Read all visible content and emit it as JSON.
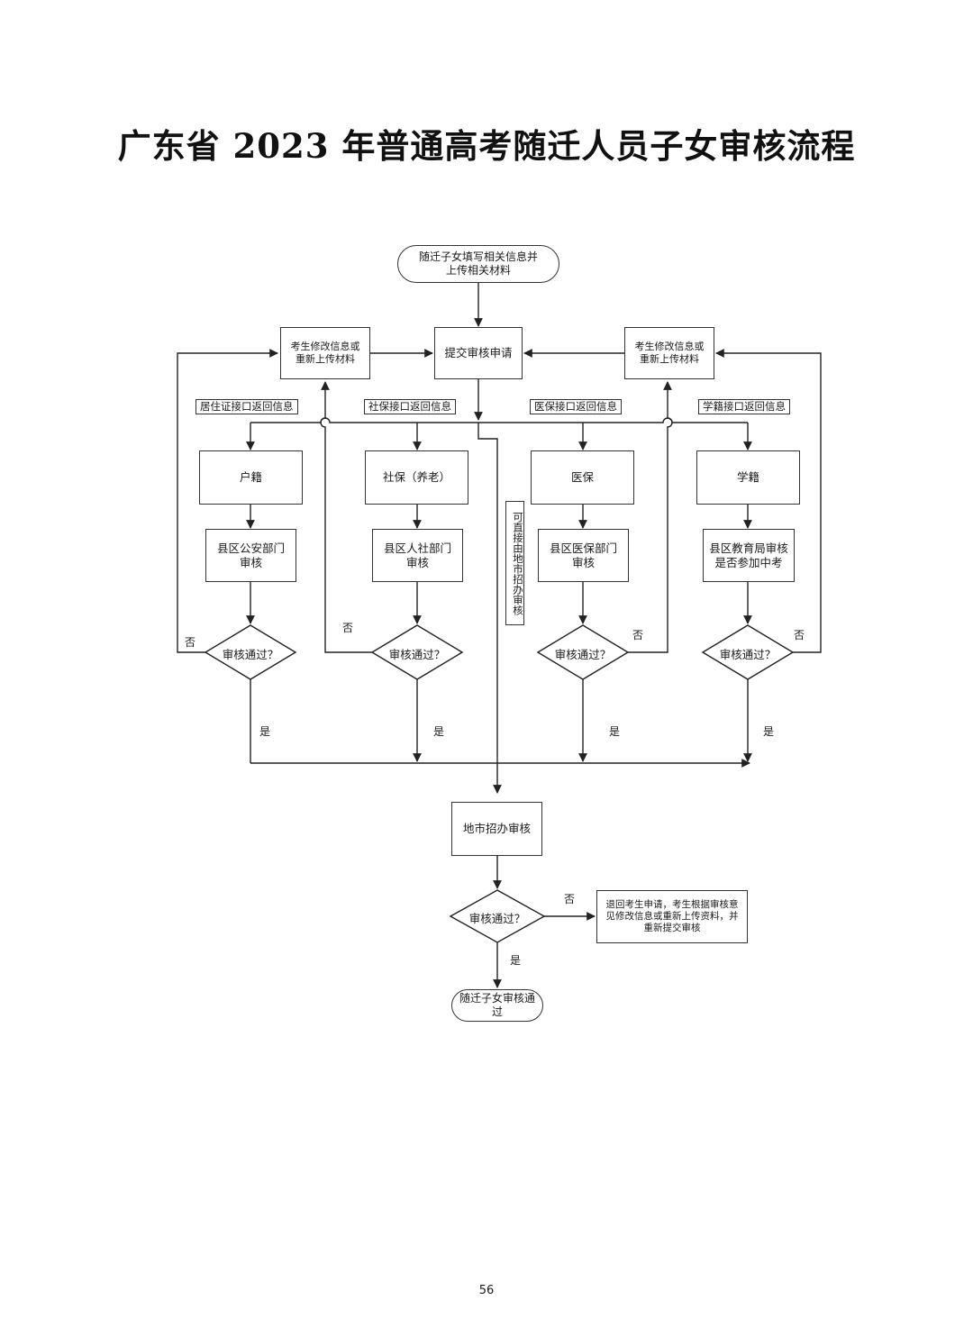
{
  "title": "广东省 2023 年普通高考随迁人员子女审核流程",
  "start": "随迁子女填写相关信息并上传相关材料",
  "submit": "提交审核申请",
  "modify_left": "考生修改信息或重新上传材料",
  "modify_right": "考生修改信息或重新上传材料",
  "tags": [
    "居住证接口返回信息",
    "社保接口返回信息",
    "医保接口返回信息",
    "学籍接口返回信息"
  ],
  "categories": [
    "户籍",
    "社保（养老）",
    "医保",
    "学籍"
  ],
  "reviews": [
    "县区公安部门审核",
    "县区人社部门审核",
    "县区医保部门审核",
    "县区教育局审核是否参加中考"
  ],
  "direct_note": "可直接由地市招办审核",
  "decision": "审核通过？",
  "yes": "是",
  "no": "否",
  "city_review": "地市招办审核",
  "final_decision": "审核通过？",
  "return_note": "退回考生申请，考生根据审核意见修改信息或重新上传资料，并重新提交审核",
  "end": "随迁子女审核通过",
  "page_number": "56"
}
